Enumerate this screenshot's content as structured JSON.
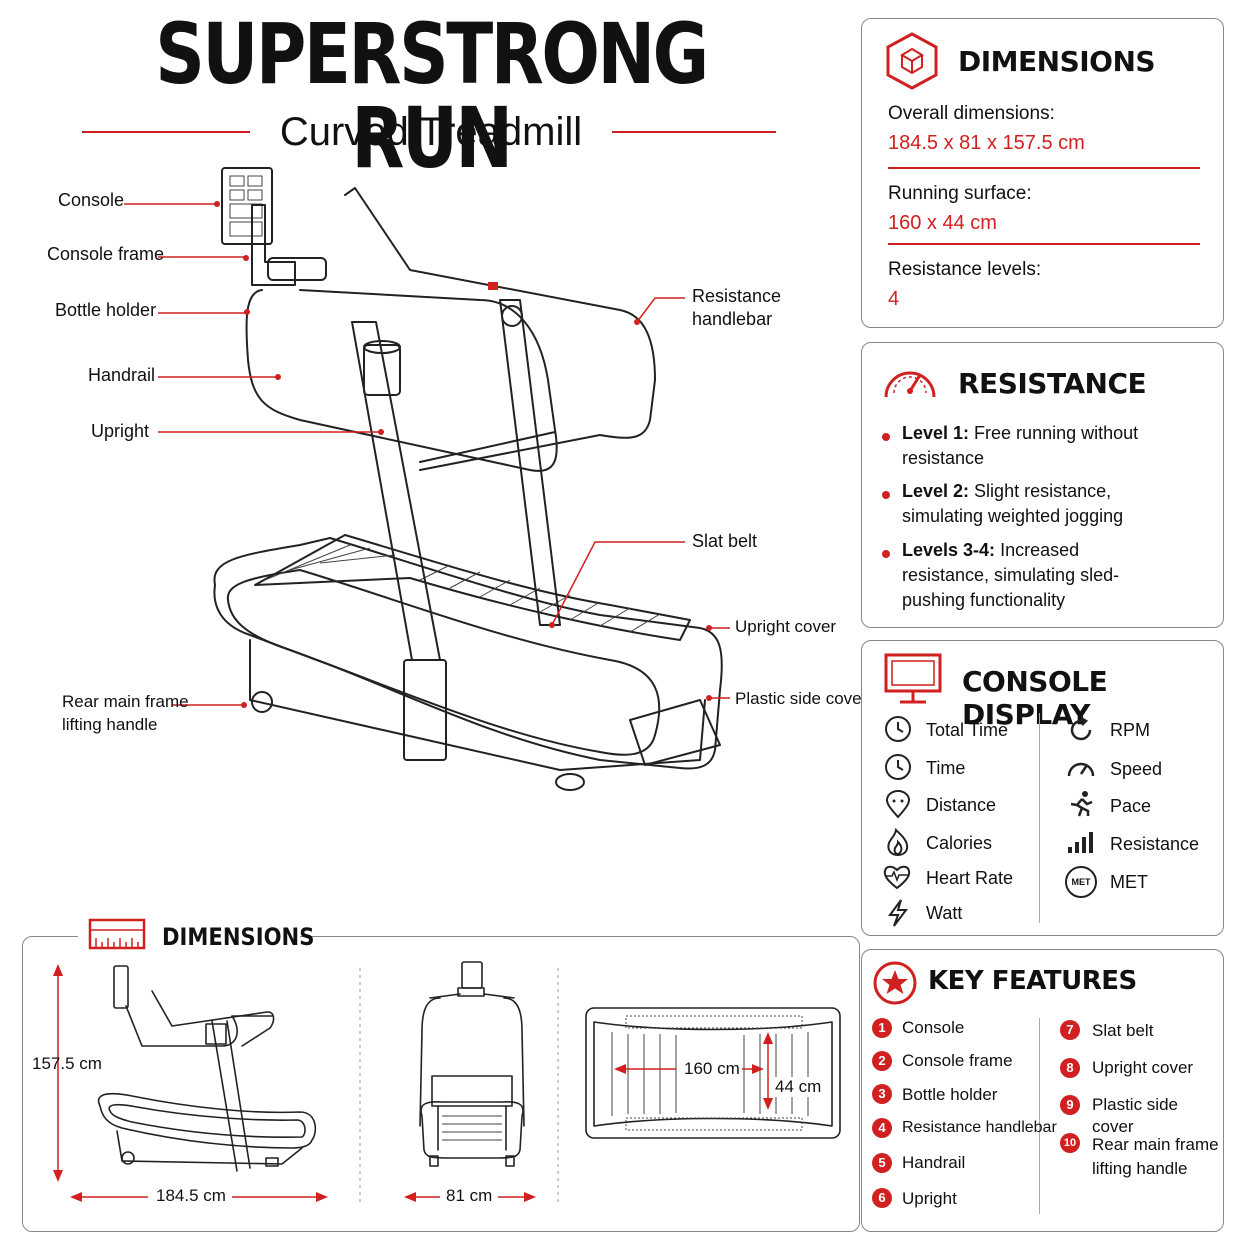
{
  "header": {
    "title": "SUPERSTRONG RUN",
    "subtitle": "Curved Treadmill"
  },
  "callouts": {
    "console": "Console",
    "console_frame": "Console frame",
    "bottle_holder": "Bottle holder",
    "handrail": "Handrail",
    "upright": "Upright",
    "resistance_handlebar": "Resistance\nhandlebar",
    "slat_belt": "Slat belt",
    "upright_cover": "Upright cover",
    "plastic_side_cover": "Plastic side cover",
    "rear_main_frame": "Rear main frame\nlifting handle"
  },
  "dimensions_card": {
    "title": "DIMENSIONS",
    "overall_label": "Overall dimensions:",
    "overall_value": "184.5 x 81 x 157.5 cm",
    "surface_label": "Running surface:",
    "surface_value": "160 x 44 cm",
    "levels_label": "Resistance levels:",
    "levels_value": "4"
  },
  "resistance_card": {
    "title": "RESISTANCE",
    "items": [
      {
        "bold": "Level 1:",
        "text": " Free running without resistance"
      },
      {
        "bold": "Level 2:",
        "text": " Slight resistance, simulating weighted jogging"
      },
      {
        "bold": "Levels 3-4:",
        "text": " Increased resistance, simulating sled-pushing functionality"
      }
    ]
  },
  "console_card": {
    "title": "CONSOLE DISPLAY",
    "left": [
      "Total Time",
      "Time",
      "Distance",
      "Calories",
      "Heart Rate",
      "Watt"
    ],
    "right": [
      "RPM",
      "Speed",
      "Pace",
      "Resistance",
      "MET"
    ],
    "met_badge": "MET"
  },
  "bottom_dimensions": {
    "title": "DIMENSIONS",
    "height": "157.5 cm",
    "length": "184.5 cm",
    "width": "81 cm",
    "belt_length": "160 cm",
    "belt_width": "44 cm"
  },
  "features_card": {
    "title": "KEY FEATURES",
    "left": [
      {
        "n": "1",
        "t": "Console"
      },
      {
        "n": "2",
        "t": "Console frame"
      },
      {
        "n": "3",
        "t": "Bottle holder"
      },
      {
        "n": "4",
        "t": "Resistance handlebar"
      },
      {
        "n": "5",
        "t": "Handrail"
      },
      {
        "n": "6",
        "t": "Upright"
      }
    ],
    "right": [
      {
        "n": "7",
        "t": "Slat belt"
      },
      {
        "n": "8",
        "t": "Upright cover"
      },
      {
        "n": "9",
        "t": "Plastic side cover"
      },
      {
        "n": "10",
        "t": "Rear main frame\nlifting handle"
      }
    ]
  },
  "colors": {
    "accent": "#d0201f",
    "border": "#888888"
  }
}
